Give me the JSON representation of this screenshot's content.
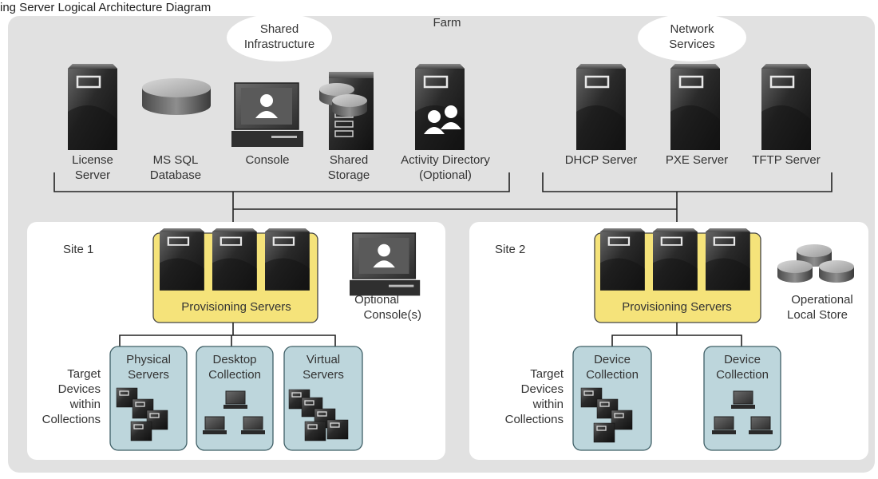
{
  "header_fragment": "ing Server Logical Architecture Diagram",
  "farm": {
    "label": "Farm",
    "shared_infrastructure": [
      "Shared",
      "Infrastructure"
    ],
    "network_services": [
      "Network",
      "Services"
    ],
    "servers_left": [
      {
        "name": "license",
        "lines": [
          "License",
          "Server"
        ],
        "icon": "server-tower-icon"
      },
      {
        "name": "mssql",
        "lines": [
          "MS SQL",
          "Database"
        ],
        "icon": "database-disk-icon"
      },
      {
        "name": "console",
        "lines": [
          "Console"
        ],
        "icon": "console-monitor-icon"
      },
      {
        "name": "shared-storage",
        "lines": [
          "Shared",
          "Storage"
        ],
        "icon": "storage-icon"
      },
      {
        "name": "activity-directory",
        "lines": [
          "Activity Directory",
          "(Optional)"
        ],
        "icon": "directory-users-icon"
      }
    ],
    "servers_right": [
      {
        "name": "dhcp",
        "lines": [
          "DHCP Server"
        ],
        "icon": "server-tower-icon"
      },
      {
        "name": "pxe",
        "lines": [
          "PXE Server"
        ],
        "icon": "server-tower-icon"
      },
      {
        "name": "tftp",
        "lines": [
          "TFTP Server"
        ],
        "icon": "server-tower-icon"
      }
    ]
  },
  "site1": {
    "title": "Site 1",
    "provisioning": "Provisioning Servers",
    "optional_console": [
      "Optional",
      "Console(s)"
    ],
    "target_label": [
      "Target",
      "Devices",
      "within",
      "Collections"
    ],
    "collections": [
      {
        "lines": [
          "Physical",
          "Servers"
        ],
        "kind": "servers"
      },
      {
        "lines": [
          "Desktop",
          "Collection"
        ],
        "kind": "desktops"
      },
      {
        "lines": [
          "Virtual",
          "Servers"
        ],
        "kind": "servers"
      }
    ]
  },
  "site2": {
    "title": "Site 2",
    "provisioning": "Provisioning Servers",
    "local_store": [
      "Operational",
      "Local Store"
    ],
    "target_label": [
      "Target",
      "Devices",
      "within",
      "Collections"
    ],
    "collections": [
      {
        "lines": [
          "Device",
          "Collection"
        ],
        "kind": "servers"
      },
      {
        "lines": [
          "Device",
          "Collection"
        ],
        "kind": "desktops"
      }
    ]
  },
  "colors": {
    "farm_bg": "#e1e1e1",
    "site_bg": "#ffffff",
    "provisioning_fill": "#f5e37a",
    "provisioning_stroke": "#444444",
    "collection_fill": "#bdd6dc",
    "collection_stroke": "#3f5f66",
    "line": "#222222",
    "server_dark": "#1c1c1c"
  }
}
